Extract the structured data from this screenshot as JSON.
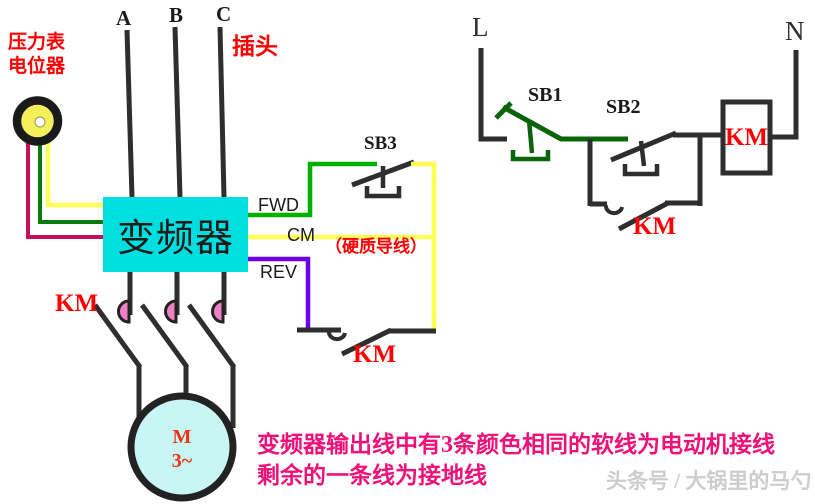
{
  "diagram": {
    "left": {
      "pressure_gauge_label": "压力表",
      "potentiometer_label": "电位器",
      "phases": [
        "A",
        "B",
        "C"
      ],
      "plug_label": "插头",
      "inverter_label": "变频器",
      "terminals": {
        "fwd": "FWD",
        "cm": "CM",
        "rev": "REV"
      },
      "hard_wire_note": "（硬质导线）",
      "sb3_label": "SB3",
      "km_label": "KM",
      "motor": {
        "m": "M",
        "phase": "3~"
      }
    },
    "right": {
      "line_live": "L",
      "line_neutral": "N",
      "sb1_label": "SB1",
      "sb2_label": "SB2",
      "km_label": "KM"
    },
    "caption": {
      "line1_pre": "变频器输出线中有",
      "line1_bold": "3",
      "line1_post": "条颜色相同的软线为电动机接线",
      "line2": "剩余的一条线为接地线"
    },
    "watermark": "头条号 / 大锅里的马勺"
  },
  "colors": {
    "inverter_box": "#00dfe0",
    "motor_fill": "#c9f5f4",
    "potentiometer_fill": "#f3ef5d",
    "wire_black": "#2e2e2e",
    "wire_yellow": "#ffff55",
    "wire_green": "#00b000",
    "wire_dark_green": "#0a650a",
    "wire_magenta": "#c50d62",
    "wire_purple": "#6a00e6",
    "terminal_pink": "#f07fc4",
    "label_red": "#fe0000",
    "caption_pink": "#ee1278"
  }
}
